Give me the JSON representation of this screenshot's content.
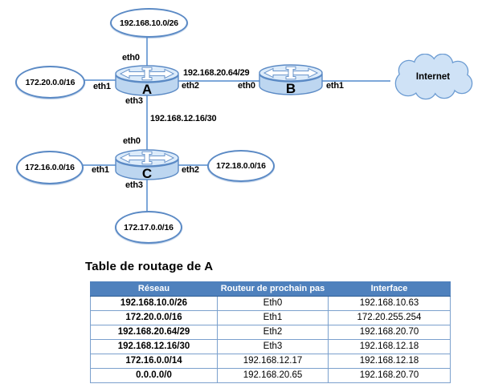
{
  "diagram": {
    "networks": [
      {
        "id": "net-192-168-10-0-26",
        "label": "192.168.10.0/26"
      },
      {
        "id": "net-172-20-0-0-16",
        "label": "172.20.0.0/16"
      },
      {
        "id": "net-172-16-0-0-16",
        "label": "172.16.0.0/16"
      },
      {
        "id": "net-172-18-0-0-16",
        "label": "172.18.0.0/16"
      },
      {
        "id": "net-172-17-0-0-16",
        "label": "172.17.0.0/16"
      }
    ],
    "routers": [
      {
        "id": "router-a",
        "label": "A"
      },
      {
        "id": "router-b",
        "label": "B"
      },
      {
        "id": "router-c",
        "label": "C"
      }
    ],
    "cloud": {
      "label": "Internet"
    },
    "interfaces": [
      {
        "router": "A",
        "label": "eth0"
      },
      {
        "router": "A",
        "label": "eth1"
      },
      {
        "router": "A",
        "label": "eth2"
      },
      {
        "router": "A",
        "label": "eth3"
      },
      {
        "router": "B",
        "label": "eth0"
      },
      {
        "router": "B",
        "label": "eth1"
      },
      {
        "router": "C",
        "label": "eth0"
      },
      {
        "router": "C",
        "label": "eth1"
      },
      {
        "router": "C",
        "label": "eth2"
      },
      {
        "router": "C",
        "label": "eth3"
      }
    ],
    "link_labels": [
      {
        "between": "A-B",
        "label": "192.168.20.64/29"
      },
      {
        "between": "A-C",
        "label": "192.168.12.16/30"
      }
    ]
  },
  "routing_table": {
    "title": "Table de routage de A",
    "headers": [
      "Réseau",
      "Routeur de prochain pas",
      "Interface"
    ],
    "rows": [
      [
        "192.168.10.0/26",
        "Eth0",
        "192.168.10.63"
      ],
      [
        "172.20.0.0/16",
        "Eth1",
        "172.20.255.254"
      ],
      [
        "192.168.20.64/29",
        "Eth2",
        "192.168.20.70"
      ],
      [
        "192.168.12.16/30",
        "Eth3",
        "192.168.12.18"
      ],
      [
        "172.16.0.0/14",
        "192.168.12.17",
        "192.168.12.18"
      ],
      [
        "0.0.0.0/0",
        "192.168.20.65",
        "192.168.20.70"
      ]
    ]
  },
  "colors": {
    "table_header_bg": "#4f81bd",
    "table_border": "#7ba0cd",
    "shape_stroke": "#5b8ac5",
    "connector_line": "#7da7d9",
    "router_body_fill": "#bdd6f0",
    "router_top_fill": "#dcebfa",
    "cloud_fill": "#cfe2f6"
  }
}
